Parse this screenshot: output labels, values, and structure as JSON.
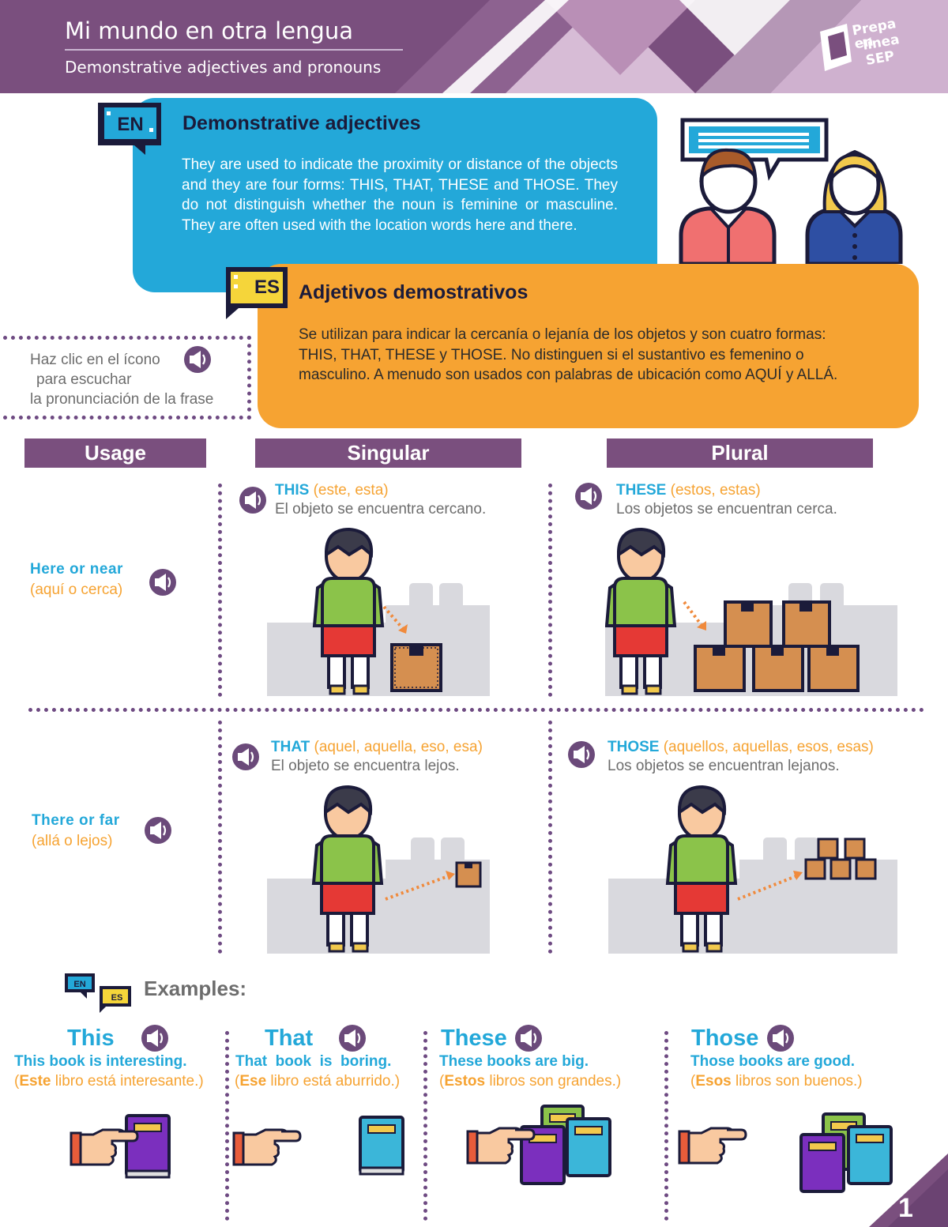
{
  "header": {
    "title": "Mi mundo en otra lengua",
    "subtitle": "Demonstrative adjectives and pronouns",
    "logo_line1": "Prepa en",
    "logo_line2": "línea",
    "logo_line3": "SEP"
  },
  "en_panel": {
    "tag": "EN",
    "heading": "Demonstrative adjectives",
    "text": "They are used to indicate the proximity or distance of the objects and they are four forms: THIS, THAT, THESE and THOSE. They do not distinguish whether the noun is feminine or masculine. They are often used with the location words here and there."
  },
  "es_panel": {
    "tag": "ES",
    "heading": "Adjetivos demostrativos",
    "text": "Se utilizan para indicar la cercanía o lejanía de los objetos y son cuatro formas: THIS, THAT, THESE y THOSE. No distinguen si el sustantivo es femenino o masculino. A menudo son usados con palabras de ubicación como AQUÍ y ALLÁ."
  },
  "note": {
    "line1": "Haz clic en el ícono",
    "line2": "para escuchar",
    "line3": "la pronunciación de la frase"
  },
  "columns": {
    "usage": "Usage",
    "singular": "Singular",
    "plural": "Plural"
  },
  "rows": [
    {
      "usage_en": "Here or near",
      "usage_es": "(aquí o cerca)",
      "singular_kw": "THIS",
      "singular_tr": "(este, esta)",
      "singular_desc": "El objeto se encuentra cercano.",
      "plural_kw": "THESE",
      "plural_tr": "(estos, estas)",
      "plural_desc": "Los objetos se encuentran cerca."
    },
    {
      "usage_en": "There or far",
      "usage_es": "(allá o lejos)",
      "singular_kw": "THAT",
      "singular_tr": "(aquel, aquella, eso, esa)",
      "singular_desc": "El objeto se encuentra lejos.",
      "plural_kw": "THOSE",
      "plural_tr": "(aquellos, aquellas, esos, esas)",
      "plural_desc": "Los objetos se encuentran lejanos."
    }
  ],
  "examples": {
    "title": "Examples:",
    "tag_en": "EN",
    "tag_es": "ES",
    "items": [
      {
        "word": "This",
        "en": "This book is interesting.",
        "es_open": "(",
        "es_bold": "Este",
        "es_rest": " libro está interesante.)"
      },
      {
        "word": "That",
        "en": "That  book  is  boring.",
        "es_open": "(",
        "es_bold": "Ese",
        "es_rest": " libro está aburrido.)"
      },
      {
        "word": "These",
        "en": "These books are big.",
        "es_open": "(",
        "es_bold": "Estos",
        "es_rest": " libros son grandes.)"
      },
      {
        "word": "Those",
        "en": "Those books are good.",
        "es_open": "(",
        "es_bold": "Esos",
        "es_rest": " libros son buenos.)"
      }
    ]
  },
  "page_number": "1",
  "colors": {
    "purple": "#7a4f7e",
    "blue": "#23a8d9",
    "orange": "#f6a332"
  }
}
